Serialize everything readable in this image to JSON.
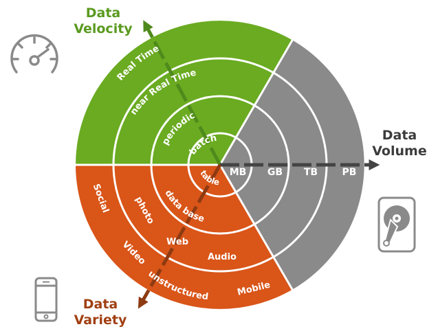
{
  "colors": {
    "velocity": "#6aab21",
    "volume": "#8a8a8a",
    "variety": "#d95518",
    "velocity_text": "#5a9a1f",
    "volume_text": "#3c3c3c",
    "variety_text": "#a13f12",
    "arrow_dark": "#444444",
    "arrow_velocity": "#4f8a1c",
    "arrow_variety": "#8e3a12",
    "icon_gray": "#8a8a8a"
  },
  "titles": {
    "velocity": [
      "Data",
      "Velocity"
    ],
    "volume": [
      "Data",
      "Volume"
    ],
    "variety": [
      "Data",
      "Variety"
    ]
  },
  "velocity": [
    "batch",
    "periodic",
    "near Real Time",
    "Real Time"
  ],
  "volume": [
    "MB",
    "GB",
    "TB",
    "PB"
  ],
  "variety": [
    "table",
    "data base",
    "photo",
    "Web",
    "Audio",
    "Social",
    "Video",
    "unstructured",
    "Mobile"
  ],
  "icons": {
    "velocity": "speedometer-icon",
    "volume": "hard-drive-icon",
    "variety": "smartphone-icon"
  }
}
